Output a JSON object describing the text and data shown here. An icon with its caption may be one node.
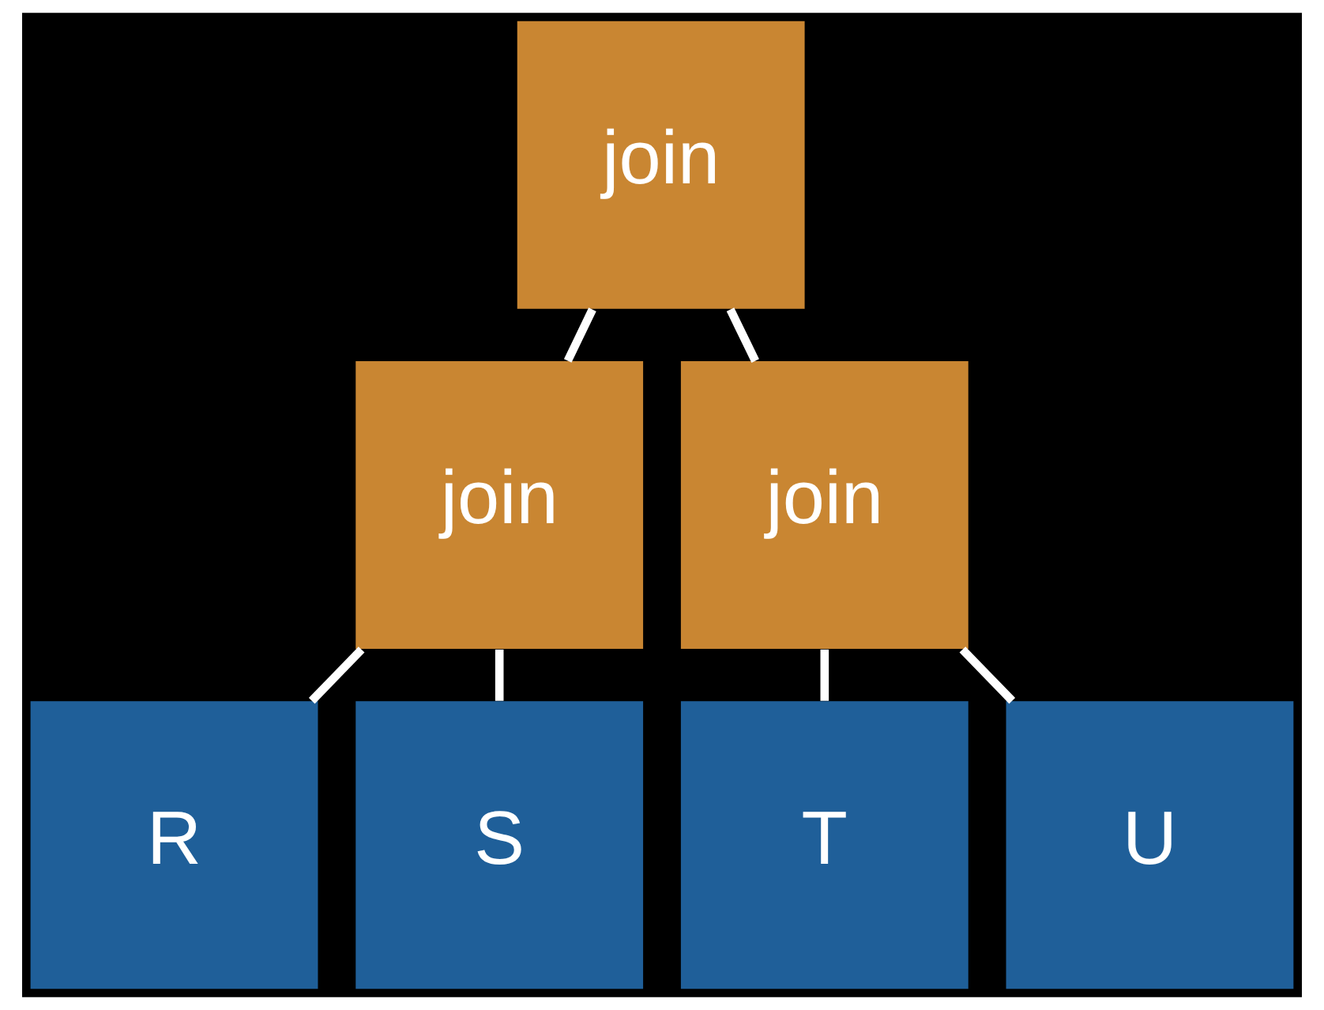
{
  "diagram": {
    "nodes": [
      {
        "text": [
          "join"
        ]
      },
      {
        "text": [
          "join"
        ]
      },
      {
        "text": [
          "join"
        ]
      },
      {
        "text": [
          "R"
        ]
      },
      {
        "text": [
          "S"
        ]
      },
      {
        "text": [
          "T"
        ]
      },
      {
        "text": [
          "U"
        ]
      }
    ],
    "edges": [
      {
        "from": 0,
        "to": 1,
        "arrow": "none"
      },
      {
        "from": 0,
        "to": 2,
        "arrow": "none"
      },
      {
        "from": 1,
        "to": 3,
        "arrow": "none"
      },
      {
        "from": 1,
        "to": 4,
        "arrow": "none"
      },
      {
        "from": 2,
        "to": 5,
        "arrow": "none"
      },
      {
        "from": 2,
        "to": 6,
        "arrow": "none"
      }
    ]
  }
}
